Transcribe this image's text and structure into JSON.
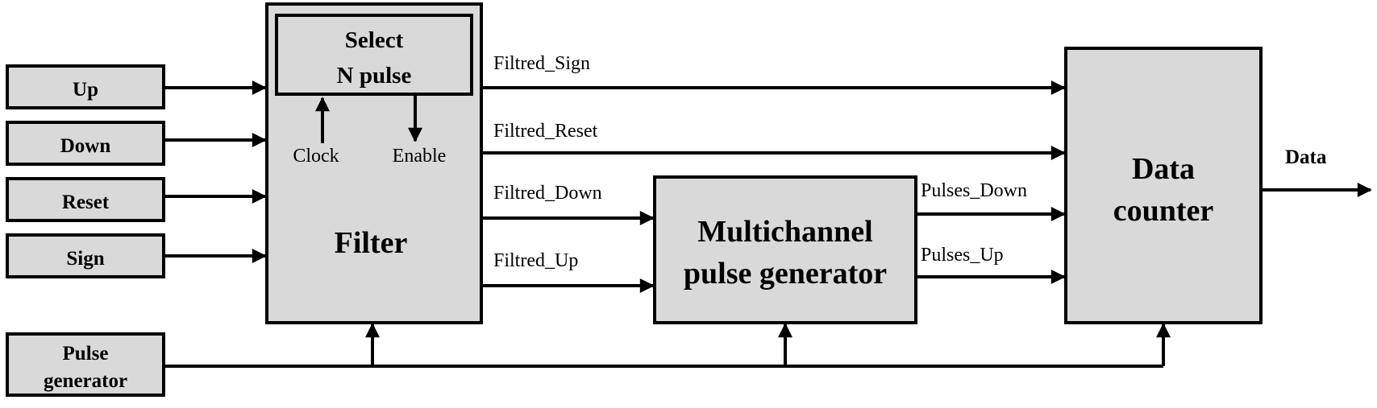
{
  "inputs": {
    "up": "Up",
    "down": "Down",
    "reset": "Reset",
    "sign": "Sign",
    "pulse_generator": [
      "Pulse",
      "generator"
    ]
  },
  "filter": {
    "title": "Filter",
    "select": [
      "Select",
      "N pulse"
    ],
    "clock": "Clock",
    "enable": "Enable"
  },
  "multichannel": [
    "Multichannel",
    "pulse generator"
  ],
  "counter": [
    "Data",
    "counter"
  ],
  "signals": {
    "filtred_sign": "Filtred_Sign",
    "filtred_reset": "Filtred_Reset",
    "filtred_down": "Filtred_Down",
    "filtred_up": "Filtred_Up",
    "pulses_down": "Pulses_Down",
    "pulses_up": "Pulses_Up",
    "data": "Data"
  }
}
